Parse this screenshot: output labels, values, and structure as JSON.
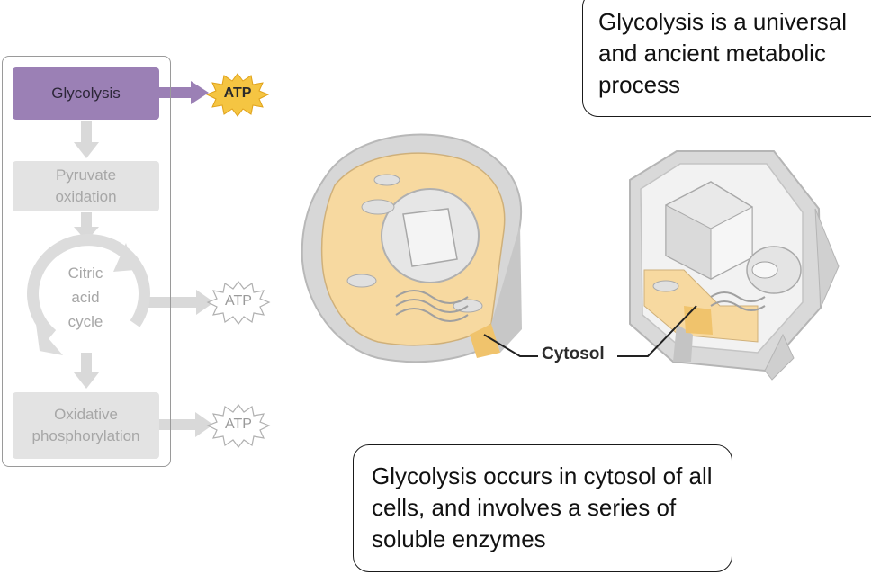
{
  "pathway": {
    "glycolysis_label": "Glycolysis",
    "pyruvate_label": "Pyruvate oxidation",
    "citric_label": "Citric acid cycle",
    "oxidative_label": "Oxidative phosphorylation",
    "atp_label": "ATP"
  },
  "figure": {
    "cytosol_label": "Cytosol"
  },
  "callouts": {
    "top": "Glycolysis is a universal and ancient metabolic process",
    "bottom": "Glycolysis occurs in cytosol of all cells, and involves a series of  soluble enzymes"
  },
  "colors": {
    "active_step": "#9b80b5",
    "faded_step": "#e3e3e3",
    "atp_burst": "#f5c542",
    "cytosol": "#f7d9a0"
  }
}
